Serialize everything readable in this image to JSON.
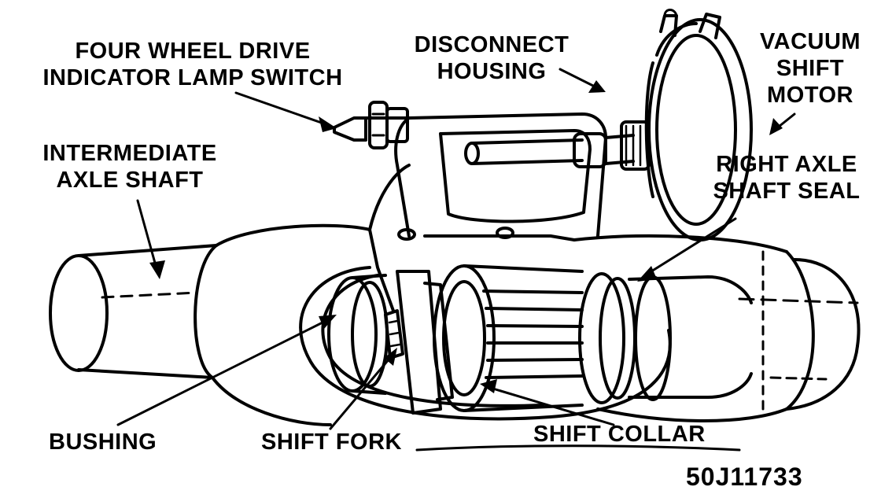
{
  "labels": {
    "indicator_switch": [
      "FOUR WHEEL DRIVE",
      "INDICATOR LAMP SWITCH"
    ],
    "disconnect_housing": [
      "DISCONNECT",
      "HOUSING"
    ],
    "vacuum_motor": [
      "VACUUM",
      "SHIFT",
      "MOTOR"
    ],
    "intermediate_shaft": [
      "INTERMEDIATE",
      "AXLE SHAFT"
    ],
    "right_seal": [
      "RIGHT AXLE",
      "SHAFT SEAL"
    ],
    "bushing": "BUSHING",
    "shift_fork": "SHIFT FORK",
    "shift_collar": "SHIFT COLLAR"
  },
  "figure_id": "50J11733",
  "colors": {
    "ink": "#000000",
    "paper": "#ffffff"
  }
}
